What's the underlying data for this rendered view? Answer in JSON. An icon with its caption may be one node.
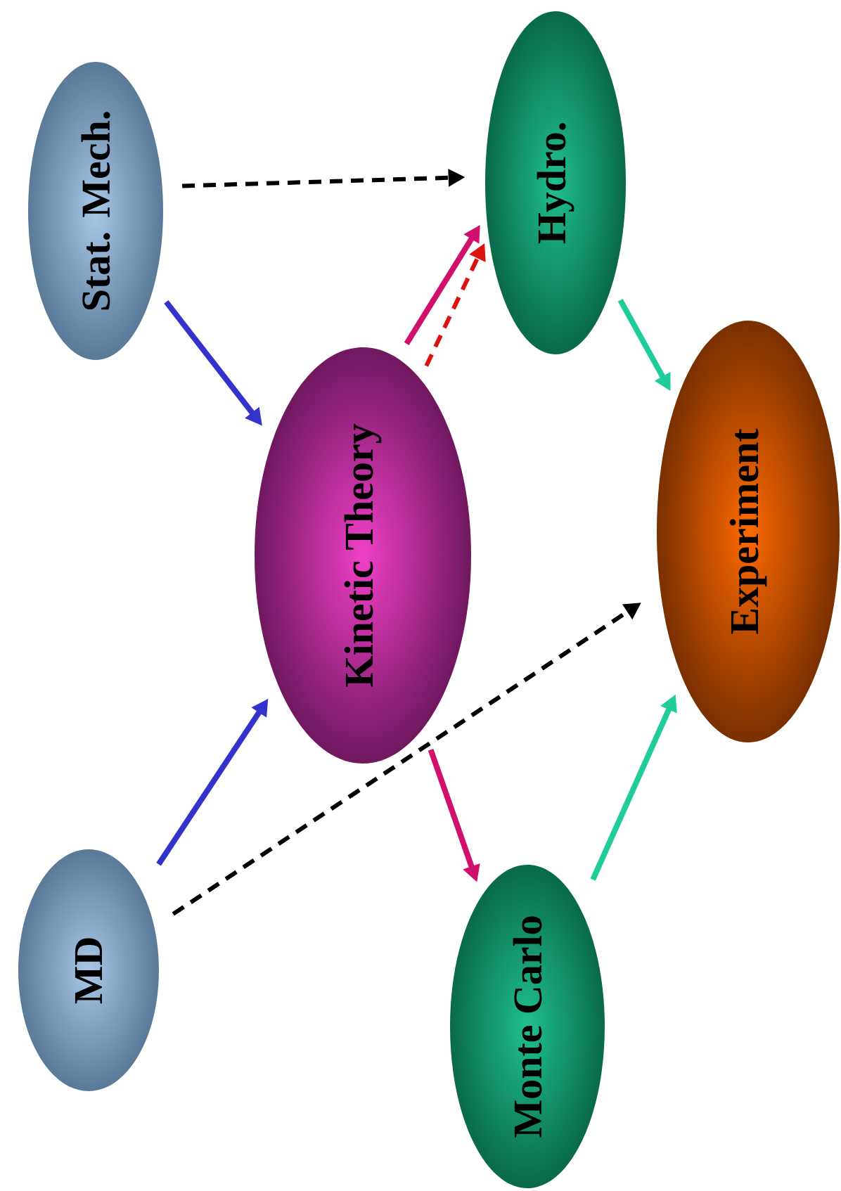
{
  "diagram": {
    "nodes": [
      {
        "text": [
          "Stat. Mech."
        ]
      },
      {
        "text": [
          "Hydro."
        ]
      },
      {
        "text": [
          "Kinetic Theory"
        ]
      },
      {
        "text": [
          "Experiment"
        ]
      },
      {
        "text": [
          "MD"
        ]
      },
      {
        "text": [
          "Monte Carlo"
        ]
      }
    ],
    "edges": [
      {
        "from": 0,
        "to": 1,
        "arrow": "to",
        "style": "dashed",
        "color": "#000000"
      },
      {
        "from": 0,
        "to": 2,
        "arrow": "to",
        "color": "#3333cc"
      },
      {
        "from": 2,
        "to": 1,
        "arrow": "to",
        "color": "#d0106a"
      },
      {
        "from": 2,
        "to": 1,
        "arrow": "to",
        "style": "dashed",
        "color": "#dd1111"
      },
      {
        "from": 1,
        "to": 3,
        "arrow": "to",
        "color": "#20cc99"
      },
      {
        "from": 4,
        "to": 2,
        "arrow": "to",
        "color": "#3333cc"
      },
      {
        "from": 4,
        "to": 3,
        "arrow": "to",
        "style": "dashed",
        "color": "#000000"
      },
      {
        "from": 2,
        "to": 5,
        "arrow": "to",
        "color": "#d0106a"
      },
      {
        "from": 5,
        "to": 3,
        "arrow": "to",
        "color": "#20cc99"
      }
    ]
  }
}
